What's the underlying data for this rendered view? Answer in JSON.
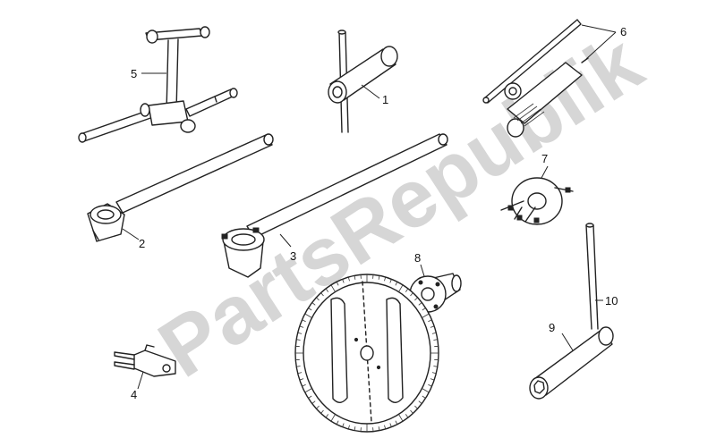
{
  "watermark": {
    "text": "PartsRepublik",
    "color": "#d6d6d6"
  },
  "parts": [
    {
      "label": "1",
      "icon": "t-handle-socket-icon"
    },
    {
      "label": "2",
      "icon": "hooked-spanner-wrench-icon"
    },
    {
      "label": "3",
      "icon": "long-spanner-wrench-icon"
    },
    {
      "label": "4",
      "icon": "fork-bracket-tool-icon"
    },
    {
      "label": "5",
      "icon": "t-bar-puller-icon"
    },
    {
      "label": "6",
      "icon": "pin-and-handle-set-icon"
    },
    {
      "label": "7",
      "icon": "flywheel-puller-icon"
    },
    {
      "label": "8",
      "icon": "hub-flange-adapter-icon"
    },
    {
      "label": "9",
      "icon": "box-socket-wrench-icon"
    },
    {
      "label": "10",
      "icon": "tommy-bar-icon"
    }
  ],
  "degree_wheel": {
    "icon": "degree-wheel-icon",
    "tick_count": 72
  }
}
